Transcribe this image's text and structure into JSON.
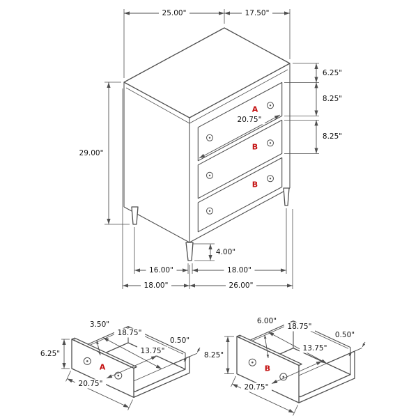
{
  "colors": {
    "line": "#4f4f4f",
    "text": "#111111",
    "drawer_label": "#c41212",
    "background": "#ffffff"
  },
  "chest": {
    "drawer_labels": {
      "top": "A",
      "middle": "B",
      "bottom": "B"
    },
    "dims": {
      "top_width": "25.00\"",
      "top_depth": "17.50\"",
      "overall_height": "29.00\"",
      "top_to_drawer": "6.25\"",
      "drawer_a_front_height": "8.25\"",
      "drawer_b_front_height": "8.25\"",
      "drawer_front_width": "20.75\"",
      "leg_height": "4.00\"",
      "leg_span_depth": "16.00\"",
      "leg_span_width": "18.00\"",
      "overall_depth": "18.00\"",
      "overall_width": "26.00\""
    }
  },
  "drawer_a_detail": {
    "label": "A",
    "dims": {
      "side_height": "3.50\"",
      "inner_width": "18.75\"",
      "wall_thickness": "0.50\"",
      "inner_depth": "13.75\"",
      "front_height": "6.25\"",
      "outer_width": "20.75\""
    }
  },
  "drawer_b_detail": {
    "label": "B",
    "dims": {
      "side_height": "6.00\"",
      "inner_width": "18.75\"",
      "wall_thickness": "0.50\"",
      "inner_depth": "13.75\"",
      "front_height": "8.25\"",
      "outer_width": "20.75\""
    }
  }
}
